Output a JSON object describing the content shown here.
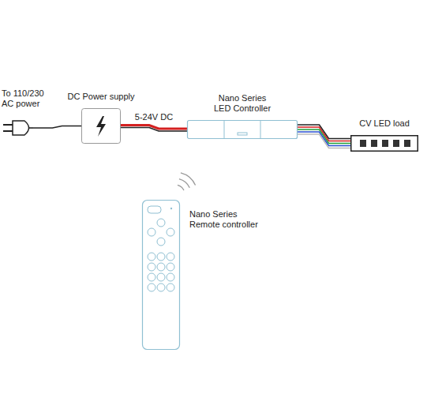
{
  "diagram": {
    "nodes": [
      {
        "text": [
          "To 110/230 AC power"
        ]
      },
      {
        "text": [
          "DC Power supply"
        ]
      },
      {
        "text": [
          "Nano Series LED Controller"
        ]
      },
      {
        "text": [
          "CV LED load"
        ]
      },
      {
        "text": [
          "Nano Series Remote controller"
        ]
      }
    ],
    "edges": [
      {
        "from": 0,
        "to": 1,
        "arrow": "none"
      },
      {
        "from": 1,
        "to": 2,
        "label": "5-24V DC",
        "arrow": "none"
      },
      {
        "from": 2,
        "to": 3,
        "arrow": "none"
      }
    ]
  }
}
